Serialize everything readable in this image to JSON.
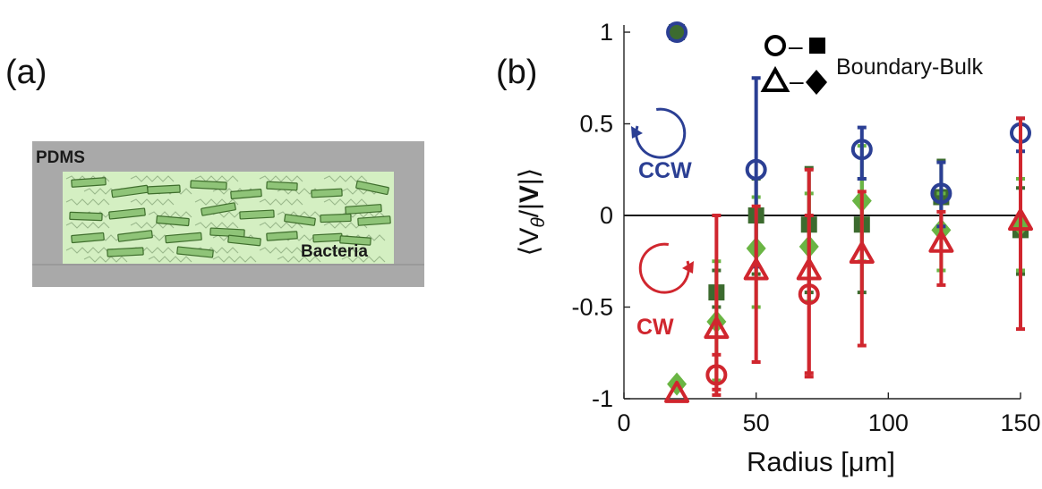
{
  "panel_a": {
    "label": "(a)",
    "pdms_label": "PDMS",
    "bacteria_label": "Bacteria",
    "colors": {
      "pdms": "#a9a9a9",
      "channel": "#d4efc2",
      "rod_fill": "#8fc478",
      "rod_stroke": "#3f6e2d",
      "flagella": "#9ab88c"
    }
  },
  "panel_b": {
    "label": "(b)",
    "legend": {
      "pair1_dash": "–",
      "pair2_dash": "–",
      "text": "Boundary-Bulk"
    },
    "ccw_label": "CCW",
    "cw_label": "CW",
    "ccw_color": "#2b3f94",
    "cw_color": "#d0262e"
  },
  "chart_data": {
    "type": "scatter",
    "xlabel": "Radius [μm]",
    "ylabel": "⟨V_θ/|V|⟩",
    "ylabel_parts": {
      "open": "⟨V",
      "sub": "θ",
      "mid": "/|",
      "bold": "V",
      "close": "|⟩"
    },
    "xlim": [
      0,
      150
    ],
    "ylim": [
      -1,
      1
    ],
    "xticks": [
      0,
      50,
      100,
      150
    ],
    "yticks": [
      1,
      0.5,
      0,
      -0.5,
      -1
    ],
    "ytick_labels": [
      "1",
      "0.5",
      "0",
      "-0.5",
      "-1"
    ],
    "zero_line": true,
    "colors": {
      "blue": "#2b3f94",
      "red": "#d0262e",
      "green_light": "#6ab544",
      "green_dark": "#3c6b2f"
    },
    "series": [
      {
        "marker": "square",
        "color": "green_dark",
        "points": [
          {
            "x": 20,
            "y": 1
          },
          {
            "x": 35,
            "y": -0.42,
            "lo": -0.5,
            "hi": -0.3
          },
          {
            "x": 50,
            "y": 0,
            "lo": -0.32,
            "hi": 0.2
          },
          {
            "x": 70,
            "y": -0.05,
            "lo": -0.42,
            "hi": 0.26
          },
          {
            "x": 90,
            "y": -0.05,
            "lo": -0.42,
            "hi": 0.2
          },
          {
            "x": 120,
            "y": 0.1,
            "lo": -0.1,
            "hi": 0.3
          },
          {
            "x": 150,
            "y": -0.08,
            "lo": -0.32,
            "hi": 0.15
          }
        ]
      },
      {
        "marker": "diamond",
        "color": "green_light",
        "points": [
          {
            "x": 20,
            "y": -0.92
          },
          {
            "x": 35,
            "y": -0.58,
            "lo": -0.9,
            "hi": -0.25
          },
          {
            "x": 50,
            "y": -0.18,
            "lo": -0.5,
            "hi": 0.1
          },
          {
            "x": 70,
            "y": -0.17,
            "lo": -0.47,
            "hi": 0.12
          },
          {
            "x": 90,
            "y": 0.08,
            "lo": -0.25,
            "hi": 0.38
          },
          {
            "x": 120,
            "y": -0.08,
            "lo": -0.3,
            "hi": 0.12
          },
          {
            "x": 150,
            "y": -0.05,
            "lo": -0.3,
            "hi": 0.2
          }
        ]
      },
      {
        "marker": "circle",
        "color": "blue",
        "points": [
          {
            "x": 20,
            "y": 1
          },
          {
            "x": 50,
            "y": 0.25,
            "lo": -0.28,
            "hi": 0.75
          },
          {
            "x": 90,
            "y": 0.36,
            "lo": 0.2,
            "hi": 0.48
          },
          {
            "x": 120,
            "y": 0.12,
            "lo": -0.06,
            "hi": 0.29
          },
          {
            "x": 150,
            "y": 0.45,
            "lo": 0.35,
            "hi": 0.53
          }
        ]
      },
      {
        "marker": "circle",
        "color": "red",
        "points": [
          {
            "x": 35,
            "y": -0.87,
            "lo": -0.98,
            "hi": -0.76
          },
          {
            "x": 70,
            "y": -0.43,
            "lo": -0.86,
            "hi": 0.0
          }
        ]
      },
      {
        "marker": "triangle",
        "color": "red",
        "points": [
          {
            "x": 20,
            "y": -0.97
          },
          {
            "x": 35,
            "y": -0.62,
            "lo": -0.95,
            "hi": 0.0
          },
          {
            "x": 50,
            "y": -0.3,
            "lo": -0.8,
            "hi": 0.05
          },
          {
            "x": 70,
            "y": -0.3,
            "lo": -0.88,
            "hi": 0.25
          },
          {
            "x": 90,
            "y": -0.21,
            "lo": -0.71,
            "hi": 0.13
          },
          {
            "x": 120,
            "y": -0.15,
            "lo": -0.38,
            "hi": 0.02
          },
          {
            "x": 150,
            "y": -0.03,
            "lo": -0.62,
            "hi": 0.53
          }
        ]
      }
    ]
  }
}
